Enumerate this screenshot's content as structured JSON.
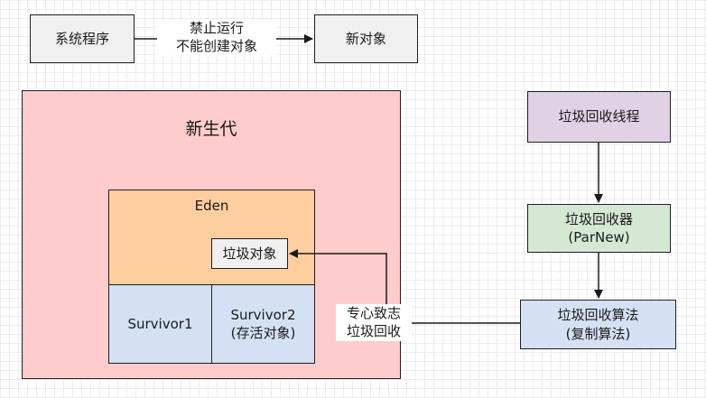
{
  "nodes": {
    "system_program": "系统程序",
    "new_object": "新对象",
    "young_gen": "新生代",
    "eden": "Eden",
    "garbage_object": "垃圾对象",
    "survivor1": "Survivor1",
    "survivor2": "Survivor2\n(存活对象)",
    "gc_thread": "垃圾回收线程",
    "collector": "垃圾回收器\n(ParNew)",
    "algorithm": "垃圾回收算法\n(复制算法)"
  },
  "edges": {
    "stop_label": "禁止运行\n不能创建对象",
    "focus_label": "专心致志\n垃圾回收"
  },
  "colors": {
    "gray": "#f0f0f0",
    "pink": "#fecccc",
    "orange": "#ffce9f",
    "blue": "#d4e1f5",
    "purple": "#e0d1e5",
    "green": "#d5e8d4"
  }
}
